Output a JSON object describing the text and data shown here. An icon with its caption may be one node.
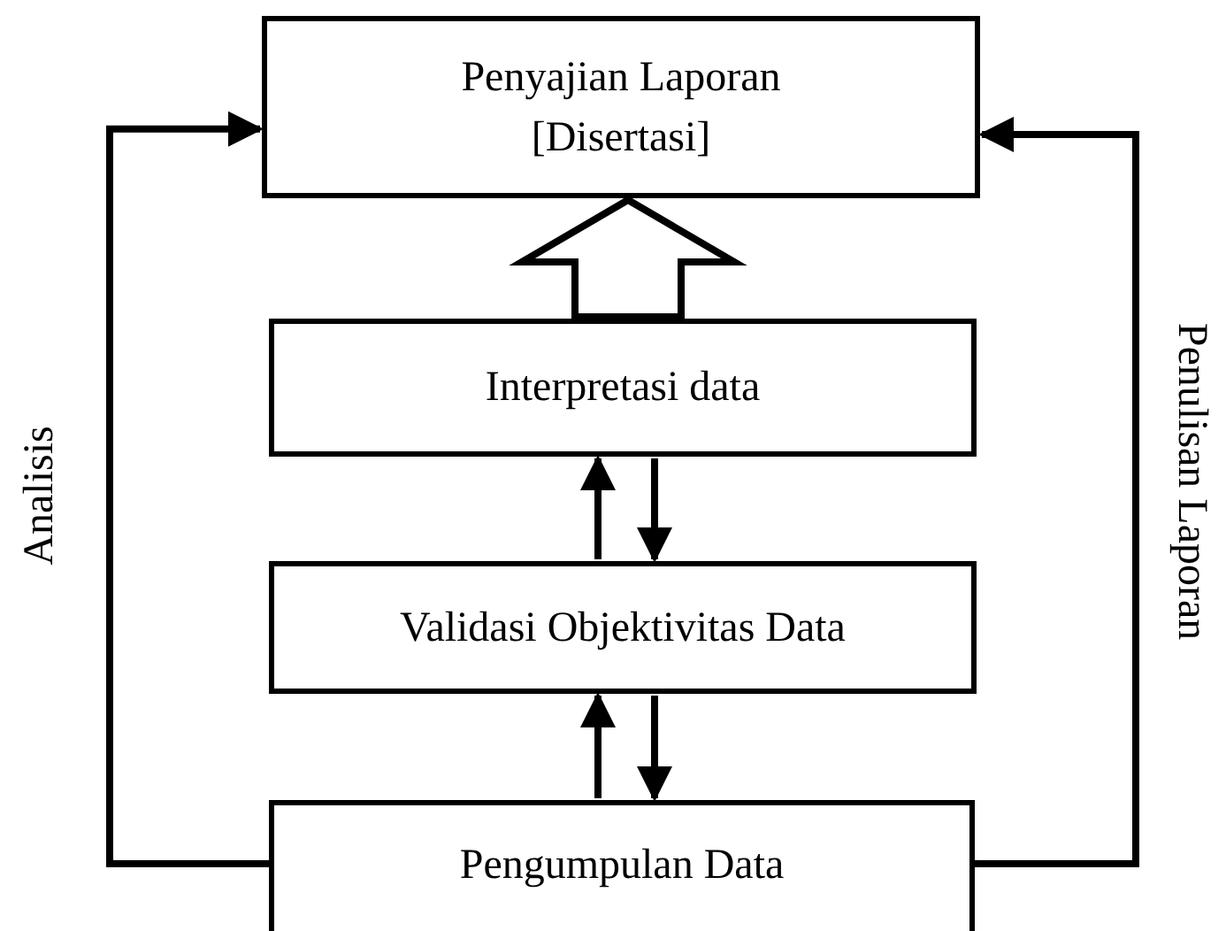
{
  "diagram": {
    "nodes": [
      {
        "text": [
          "Penyajian Laporan [Disertasi]"
        ]
      },
      {
        "text": [
          "Interpretasi data"
        ]
      },
      {
        "text": [
          "Validasi Objektivitas Data"
        ]
      },
      {
        "text": [
          "Pengumpulan Data"
        ]
      }
    ],
    "edges": [
      {
        "from": 1,
        "to": 0,
        "arrow": "to",
        "style": "thick"
      },
      {
        "from": 2,
        "to": 1,
        "arrow": "to"
      },
      {
        "from": 1,
        "to": 2,
        "arrow": "to"
      },
      {
        "from": 3,
        "to": 2,
        "arrow": "to"
      },
      {
        "from": 2,
        "to": 3,
        "arrow": "to"
      },
      {
        "from": 3,
        "to": 0,
        "arrow": "to",
        "label": "Analisis"
      },
      {
        "from": 3,
        "to": 0,
        "arrow": "to",
        "label": "Penulisan Laporan"
      }
    ]
  }
}
